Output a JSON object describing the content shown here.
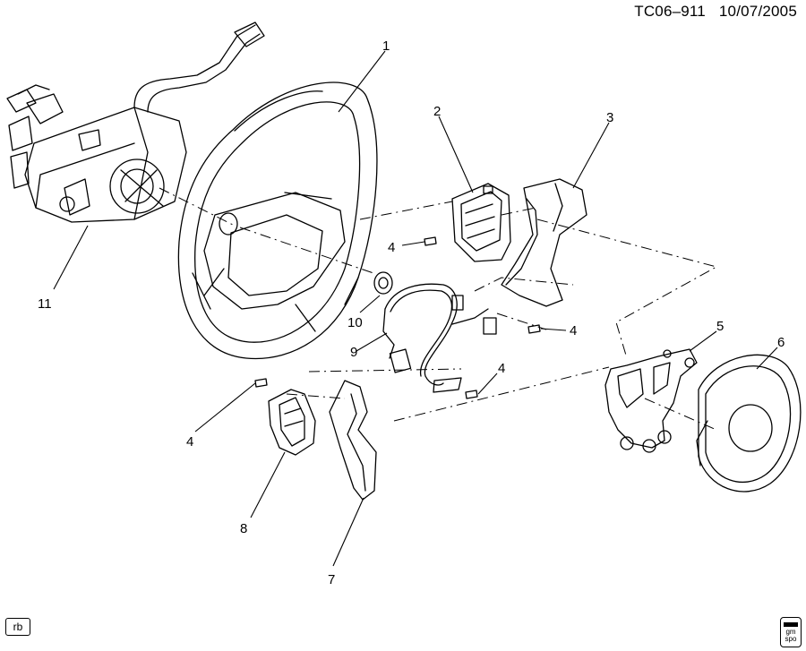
{
  "header": {
    "code": "TC06–911",
    "date": "10/07/2005"
  },
  "footer": {
    "left_tag": "rb",
    "logo_lines": [
      "gm",
      "spo"
    ]
  },
  "callouts": [
    "1",
    "2",
    "3",
    "4",
    "4",
    "4",
    "4",
    "5",
    "6",
    "7",
    "8",
    "9",
    "10",
    "11"
  ]
}
